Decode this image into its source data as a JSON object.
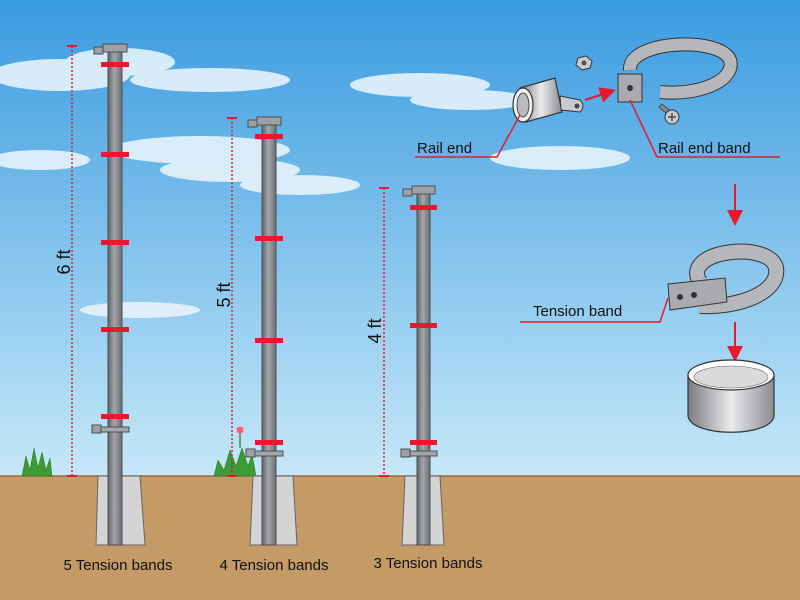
{
  "posts": [
    {
      "height_label": "6 ft",
      "caption": "5 Tension bands",
      "tension_bands": 5
    },
    {
      "height_label": "5 ft",
      "caption": "4 Tension bands",
      "tension_bands": 4
    },
    {
      "height_label": "4 ft",
      "caption": "3 Tension bands",
      "tension_bands": 3
    }
  ],
  "callouts": {
    "rail_end": "Rail end",
    "rail_end_band": "Rail end band",
    "tension_band": "Tension band"
  },
  "colors": {
    "sky_top": "#3a9be0",
    "sky_bottom": "#bfe3f6",
    "ground": "#c49a67",
    "post": "#8c8f94",
    "band": "#e8192c",
    "dimension": "#e8192c",
    "concrete": "#d4d4d4"
  }
}
